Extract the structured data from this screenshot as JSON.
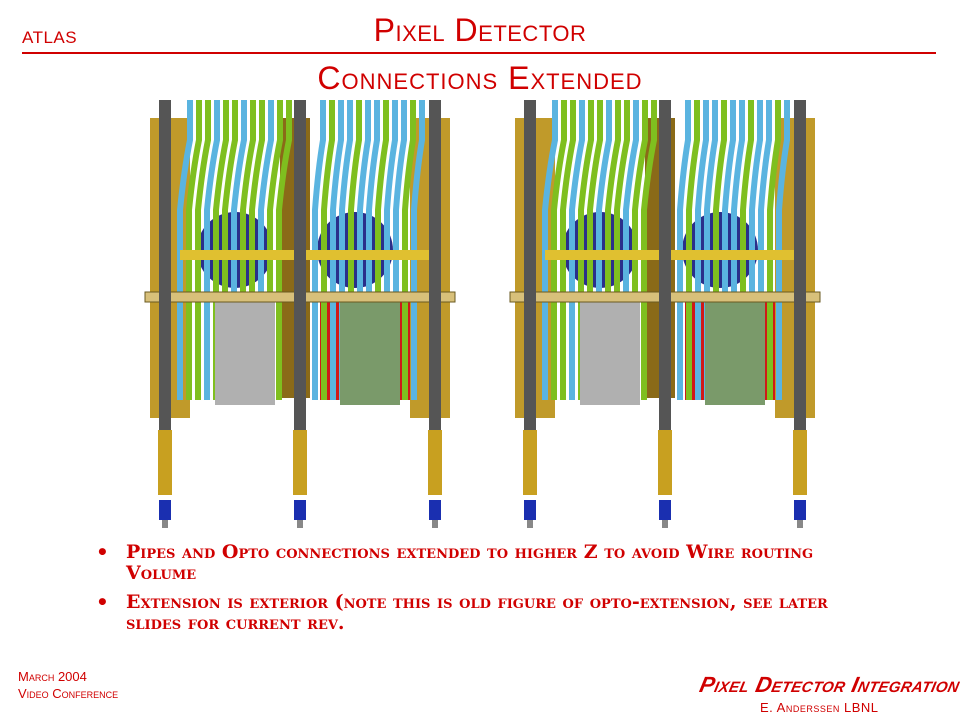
{
  "header": {
    "org": "ATLAS",
    "title": "Pixel Detector",
    "subtitle": "Connections Extended"
  },
  "bullets": [
    "Pipes and Opto connections extended to higher Z to avoid Wire routing Volume",
    "Extension is exterior (note this is old figure of opto-extension, see later slides for current rev."
  ],
  "footer": {
    "date_line1": "March 2004",
    "date_line2": "Video Conference",
    "brand": "Pixel Detector Integration",
    "author": "E. Anderssen LBNL"
  },
  "colors": {
    "accent": "#d00000",
    "cable_green": "#7fbf1f",
    "cable_blue": "#5ab4e0",
    "frame_gold": "#c09a2a",
    "pipe_grey": "#555555",
    "block_red": "#d01818",
    "connector_blue": "#1a2fb0"
  }
}
